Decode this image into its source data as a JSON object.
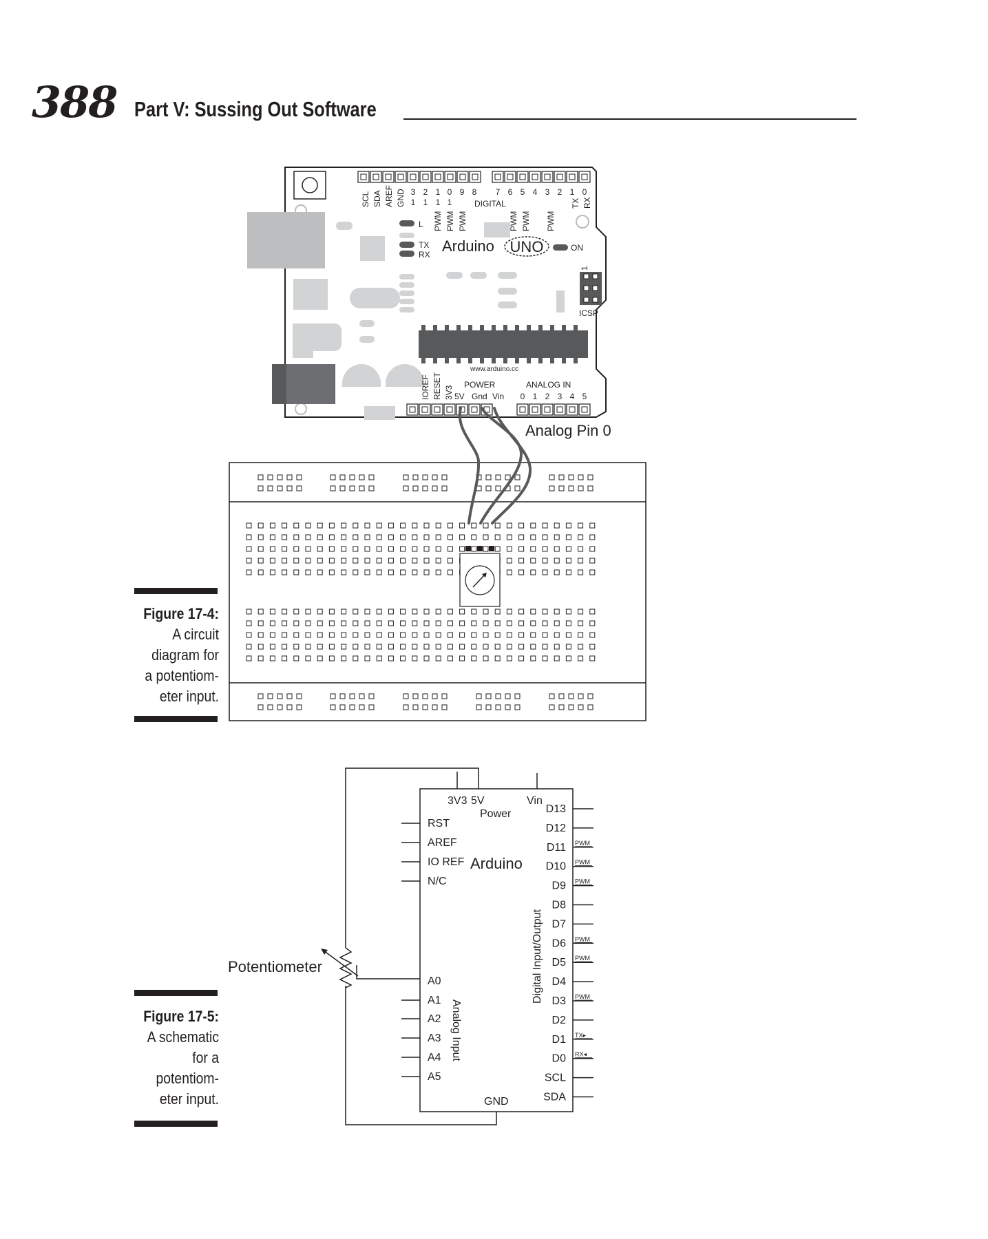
{
  "header": {
    "page_number": "388",
    "title": "Part V: Sussing Out Software"
  },
  "figure4": {
    "label": "Figure 17-4:",
    "caption_lines": [
      "A circuit",
      "diagram for",
      "a potentiom-",
      "eter input."
    ],
    "board": {
      "top_pin_labels": [
        "SCL",
        "SDA",
        "AREF",
        "GND"
      ],
      "digital_numbers_top": [
        "3",
        "2",
        "1",
        "0",
        "9",
        "8"
      ],
      "digital_numbers_second": [
        "1",
        "1",
        "1",
        "1"
      ],
      "digital_numbers_right": [
        "7",
        "6",
        "5",
        "4",
        "3",
        "2",
        "1",
        "0"
      ],
      "pwm": "PWM",
      "digital": "DIGITAL",
      "tx": "TX",
      "rx": "RX",
      "led_l": "L",
      "brand": "Arduino",
      "model": "UNO",
      "on": "ON",
      "icsp": "ICSP",
      "icsp_pin1": "1",
      "website": "www.arduino.cc",
      "power_vertical": [
        "IOREF",
        "RESET",
        "3V3"
      ],
      "power_label": "POWER",
      "power_pins": [
        "5V",
        "Gnd",
        "Vin"
      ],
      "analog_label": "ANALOG IN",
      "analog_numbers": [
        "0",
        "1",
        "2",
        "3",
        "4",
        "5"
      ],
      "callout": "Analog Pin 0"
    }
  },
  "figure5": {
    "label": "Figure 17-5:",
    "caption_lines": [
      "A schematic",
      "for a",
      "potentiom-",
      "eter input."
    ],
    "schematic": {
      "top_labels": [
        "3V3",
        "5V",
        "Vin"
      ],
      "power": "Power",
      "title": "Arduino",
      "left_pins": [
        "RST",
        "AREF",
        "IO REF",
        "N/C"
      ],
      "analog_pins": [
        "A0",
        "A1",
        "A2",
        "A3",
        "A4",
        "A5"
      ],
      "analog_input": "Analog Input",
      "digital_io": "Digital Input/Output",
      "gnd": "GND",
      "right_pins": [
        "D13",
        "D12",
        "D11",
        "D10",
        "D9",
        "D8",
        "D7",
        "D6",
        "D5",
        "D4",
        "D3",
        "D2",
        "D1",
        "D0",
        "SCL",
        "SDA"
      ],
      "right_tags": [
        "",
        "",
        "PWM",
        "PWM",
        "PWM",
        "",
        "",
        "PWM",
        "PWM",
        "",
        "PWM",
        "",
        "TX▸",
        "RX◂",
        "",
        ""
      ],
      "potentiometer": "Potentiometer"
    }
  }
}
